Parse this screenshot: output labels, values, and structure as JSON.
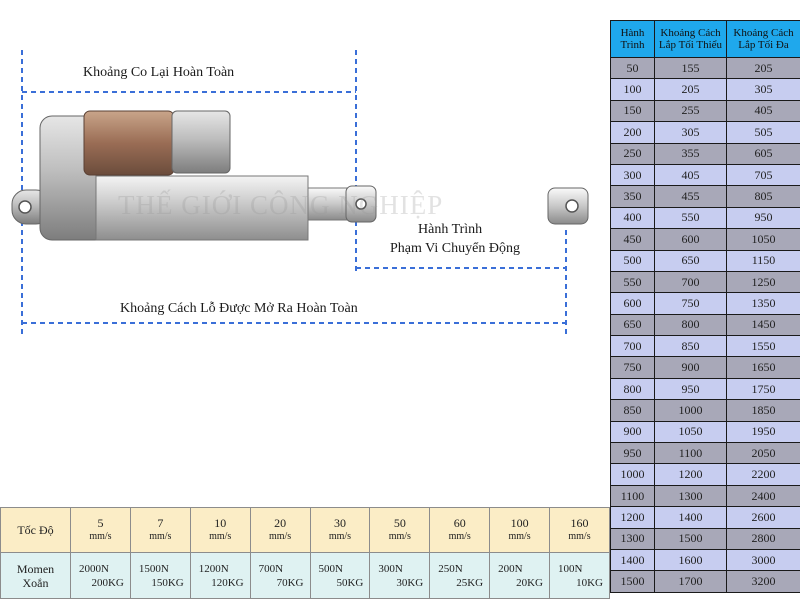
{
  "labels": {
    "retracted": "Khoảng Co Lại Hoàn Toàn",
    "stroke_line1": "Hành Trình",
    "stroke_line2": "Phạm Vi Chuyển Động",
    "extended": "Khoảng Cách Lỗ Được Mở Ra Hoàn Toàn",
    "watermark": "THẾ GIỚI CÔNG NGHIỆP"
  },
  "colors": {
    "dash_line": "#3a6fd8",
    "table_header": "#1fa8ec",
    "row_odd": "#a8a8b8",
    "row_even": "#c7cdf0",
    "speed_row": "#fbedc6",
    "force_row": "#dff2f2"
  },
  "stroke_table": {
    "headers": [
      [
        "Hành",
        "Trình"
      ],
      [
        "Khoảng Cách",
        "Lắp Tối Thiểu"
      ],
      [
        "Khoảng Cách",
        "Lắp Tối Đa"
      ]
    ],
    "rows": [
      [
        "50",
        "155",
        "205"
      ],
      [
        "100",
        "205",
        "305"
      ],
      [
        "150",
        "255",
        "405"
      ],
      [
        "200",
        "305",
        "505"
      ],
      [
        "250",
        "355",
        "605"
      ],
      [
        "300",
        "405",
        "705"
      ],
      [
        "350",
        "455",
        "805"
      ],
      [
        "400",
        "550",
        "950"
      ],
      [
        "450",
        "600",
        "1050"
      ],
      [
        "500",
        "650",
        "1150"
      ],
      [
        "550",
        "700",
        "1250"
      ],
      [
        "600",
        "750",
        "1350"
      ],
      [
        "650",
        "800",
        "1450"
      ],
      [
        "700",
        "850",
        "1550"
      ],
      [
        "750",
        "900",
        "1650"
      ],
      [
        "800",
        "950",
        "1750"
      ],
      [
        "850",
        "1000",
        "1850"
      ],
      [
        "900",
        "1050",
        "1950"
      ],
      [
        "950",
        "1100",
        "2050"
      ],
      [
        "1000",
        "1200",
        "2200"
      ],
      [
        "1100",
        "1300",
        "2400"
      ],
      [
        "1200",
        "1400",
        "2600"
      ],
      [
        "1300",
        "1500",
        "2800"
      ],
      [
        "1400",
        "1600",
        "3000"
      ],
      [
        "1500",
        "1700",
        "3200"
      ]
    ]
  },
  "speed_table": {
    "speed_label": "Tốc Độ",
    "force_label": [
      "Momen",
      "Xoắn"
    ],
    "unit": "mm/s",
    "speeds": [
      "5",
      "7",
      "10",
      "20",
      "30",
      "50",
      "60",
      "100",
      "160"
    ],
    "forces": [
      [
        "2000N",
        "200KG"
      ],
      [
        "1500N",
        "150KG"
      ],
      [
        "1200N",
        "120KG"
      ],
      [
        "700N",
        "70KG"
      ],
      [
        "500N",
        "50KG"
      ],
      [
        "300N",
        "30KG"
      ],
      [
        "250N",
        "25KG"
      ],
      [
        "200N",
        "20KG"
      ],
      [
        "100N",
        "10KG"
      ]
    ]
  }
}
